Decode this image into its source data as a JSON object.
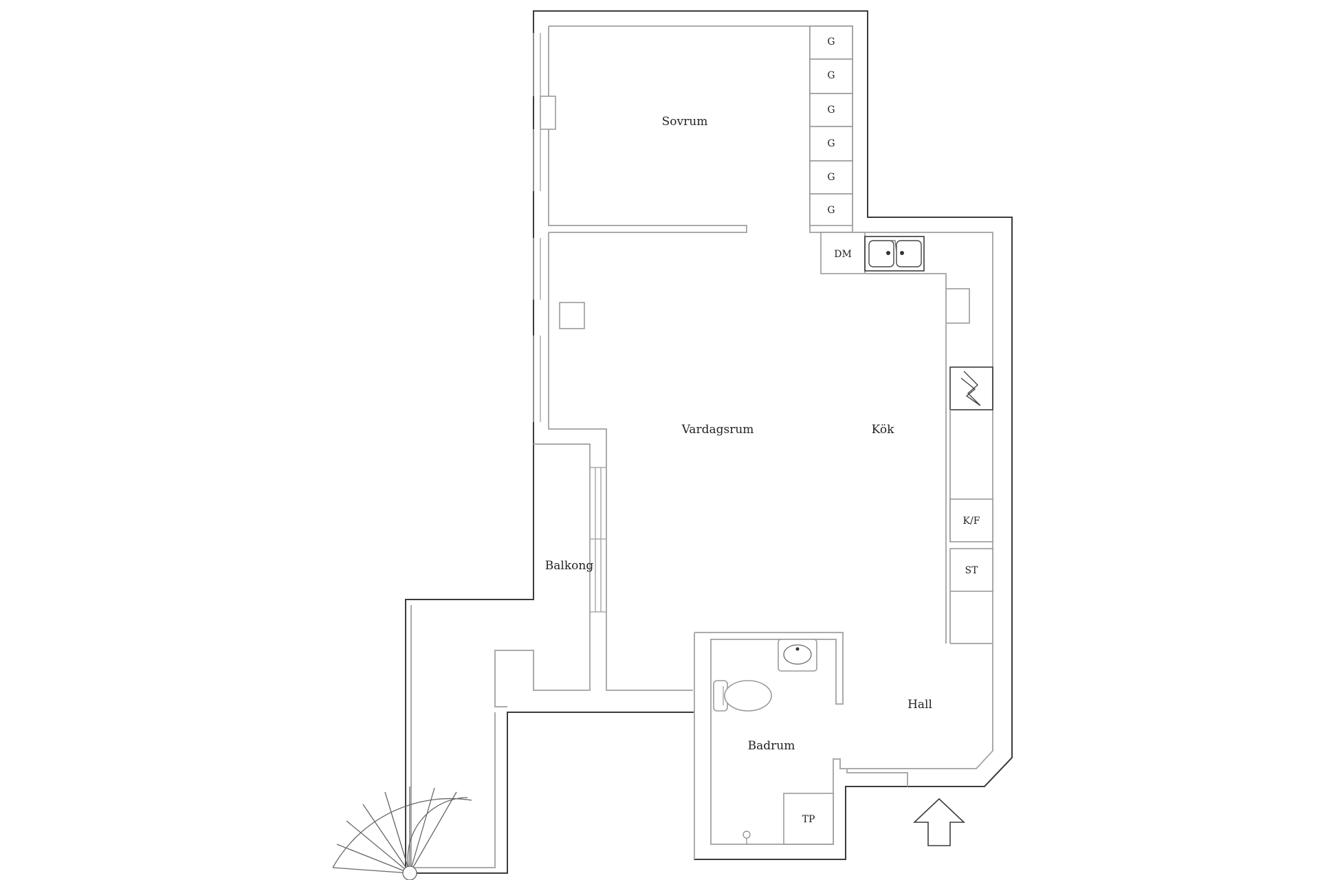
{
  "rooms": {
    "sovrum": "Sovrum",
    "vardagsrum": "Vardagsrum",
    "kok": "Kök",
    "balkong": "Balkong",
    "badrum": "Badrum",
    "hall": "Hall"
  },
  "units": {
    "wardrobe": "G",
    "dishwasher": "DM",
    "fridge_freezer": "K/F",
    "storage": "ST",
    "washer": "TP"
  },
  "colors": {
    "outer_wall": "#3a3a3a",
    "inner_wall": "#aaaaaa",
    "text": "#222222",
    "background": "#ffffff"
  },
  "icons": [
    "entrance-arrow-icon",
    "spiral-staircase-icon",
    "sink-icon",
    "toilet-icon",
    "stove-icon"
  ]
}
